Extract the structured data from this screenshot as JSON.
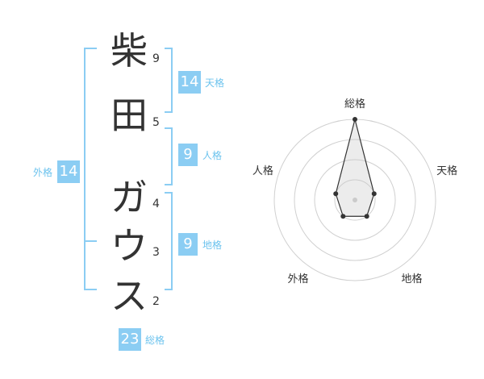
{
  "name": {
    "chars": [
      "柴",
      "田",
      "ガ",
      "ウ",
      "ス"
    ],
    "strokes": [
      "9",
      "5",
      "4",
      "3",
      "2"
    ]
  },
  "kaku": {
    "tenkaku": {
      "value": "14",
      "label": "天格"
    },
    "jinkaku": {
      "value": "9",
      "label": "人格"
    },
    "chikaku": {
      "value": "9",
      "label": "地格"
    },
    "gaikaku": {
      "value": "14",
      "label": "外格"
    },
    "soukaku": {
      "value": "23",
      "label": "総格"
    }
  },
  "chart_data": {
    "type": "radar",
    "axes": [
      "総格",
      "天格",
      "地格",
      "外格",
      "人格"
    ],
    "values": [
      4,
      1,
      1,
      1,
      1
    ],
    "rings": 4,
    "max": 4
  },
  "colors": {
    "accent": "#8bcdf3",
    "label_text": "#6cc3ee",
    "text": "#333333"
  }
}
